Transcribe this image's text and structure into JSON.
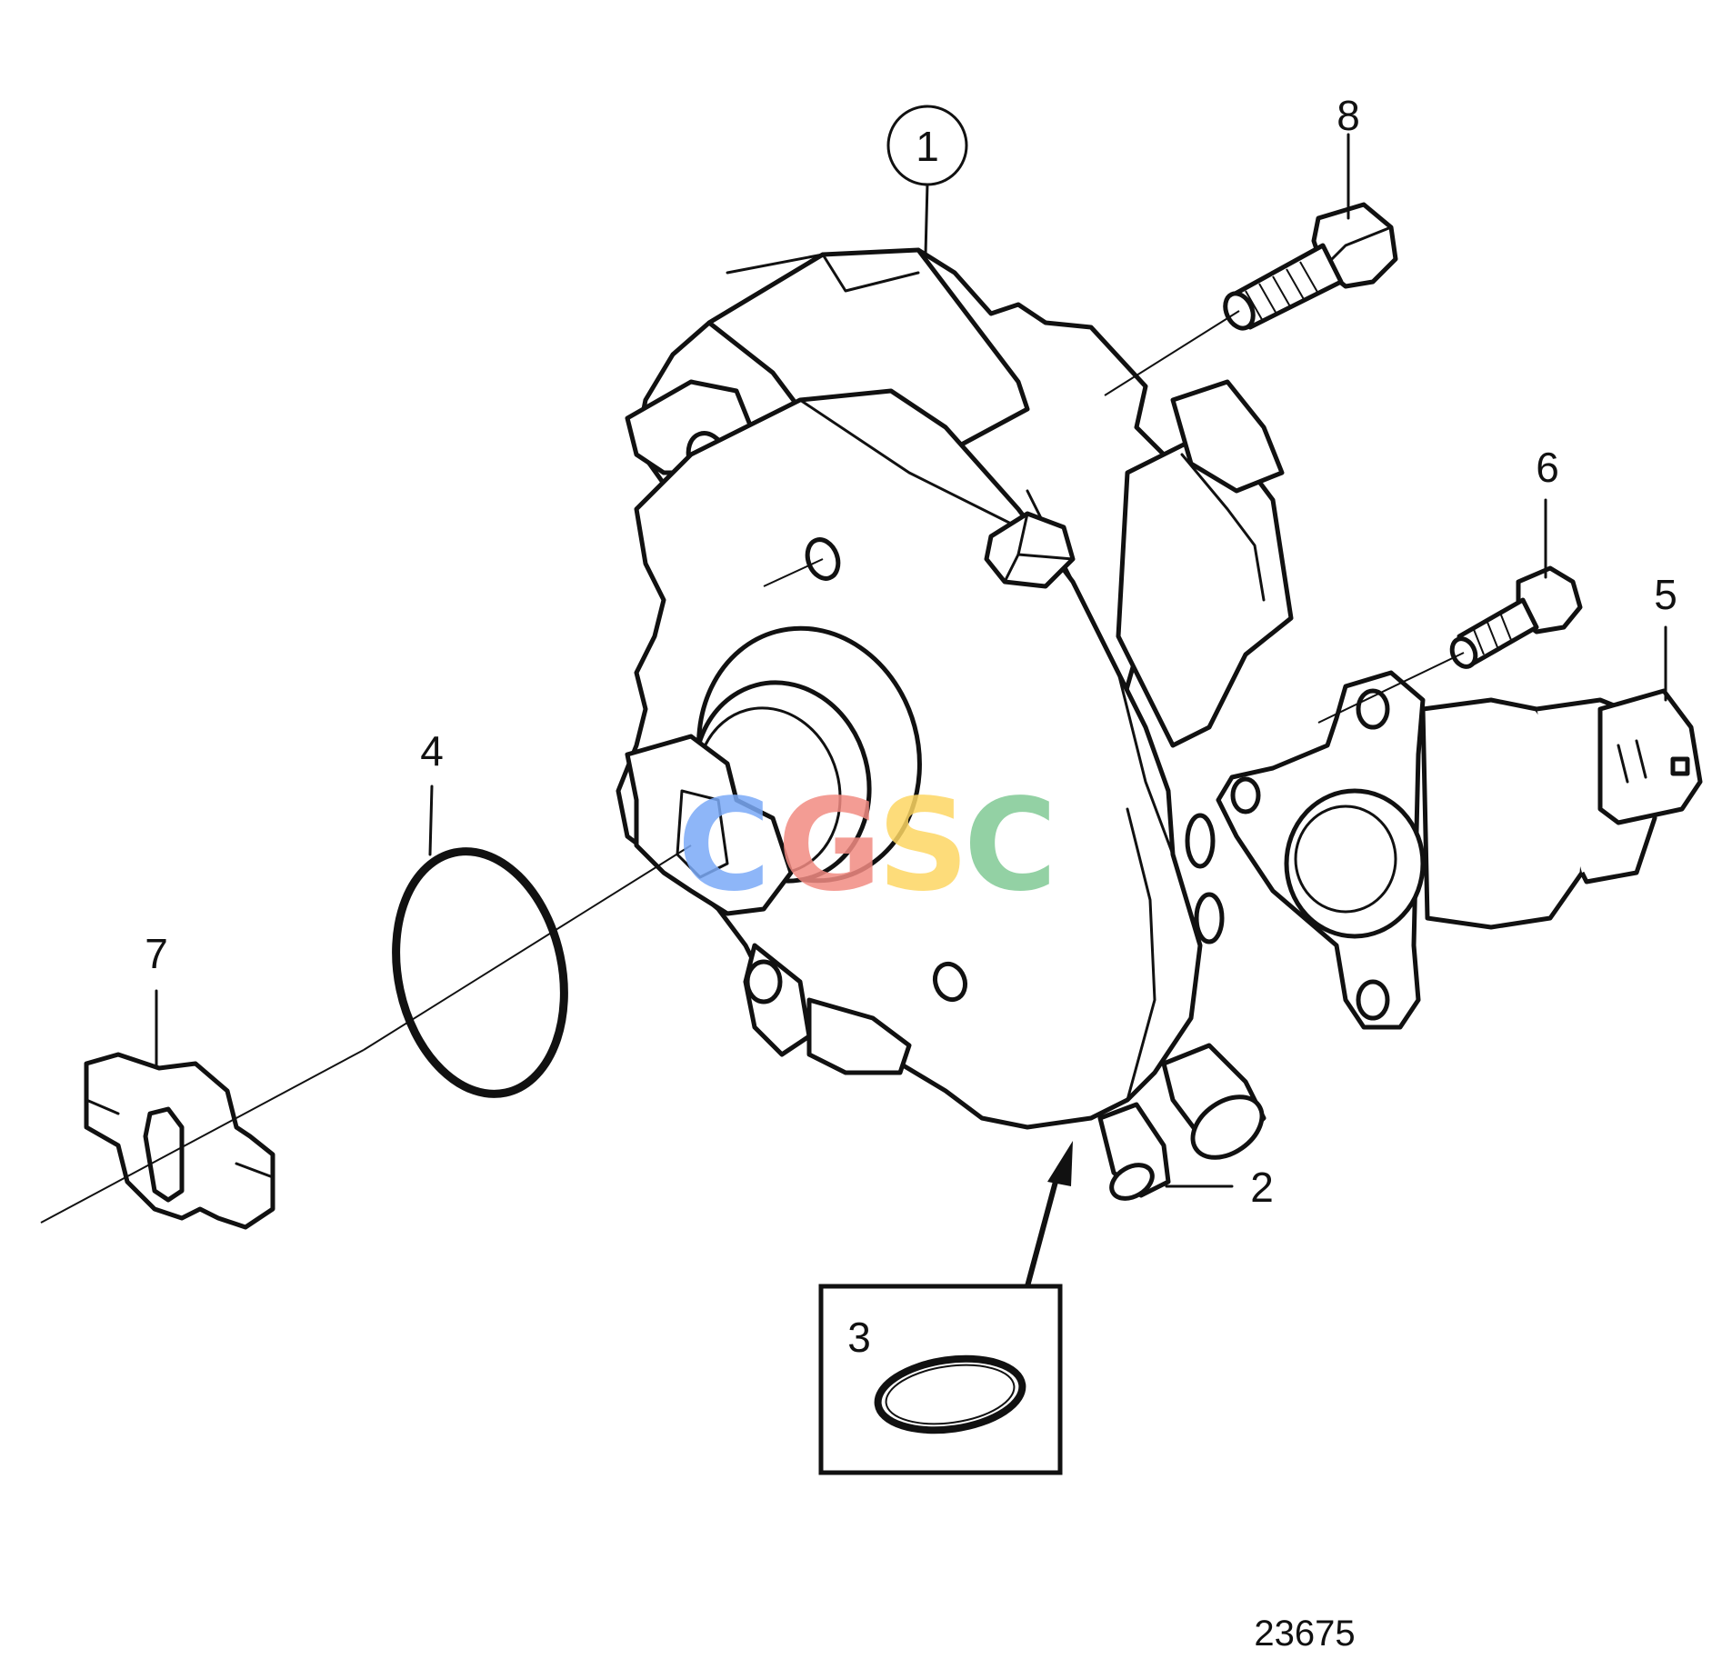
{
  "labels": {
    "part_1": "1",
    "part_2": "2",
    "part_3": "3",
    "part_4": "4",
    "part_5": "5",
    "part_6": "6",
    "part_7": "7",
    "part_8": "8"
  },
  "reference_number": "23675",
  "watermark": {
    "letters": [
      "C",
      "G",
      "S",
      "C"
    ],
    "colors": [
      "#7baaf7",
      "#f28b82",
      "#fdd663",
      "#81c995"
    ]
  }
}
